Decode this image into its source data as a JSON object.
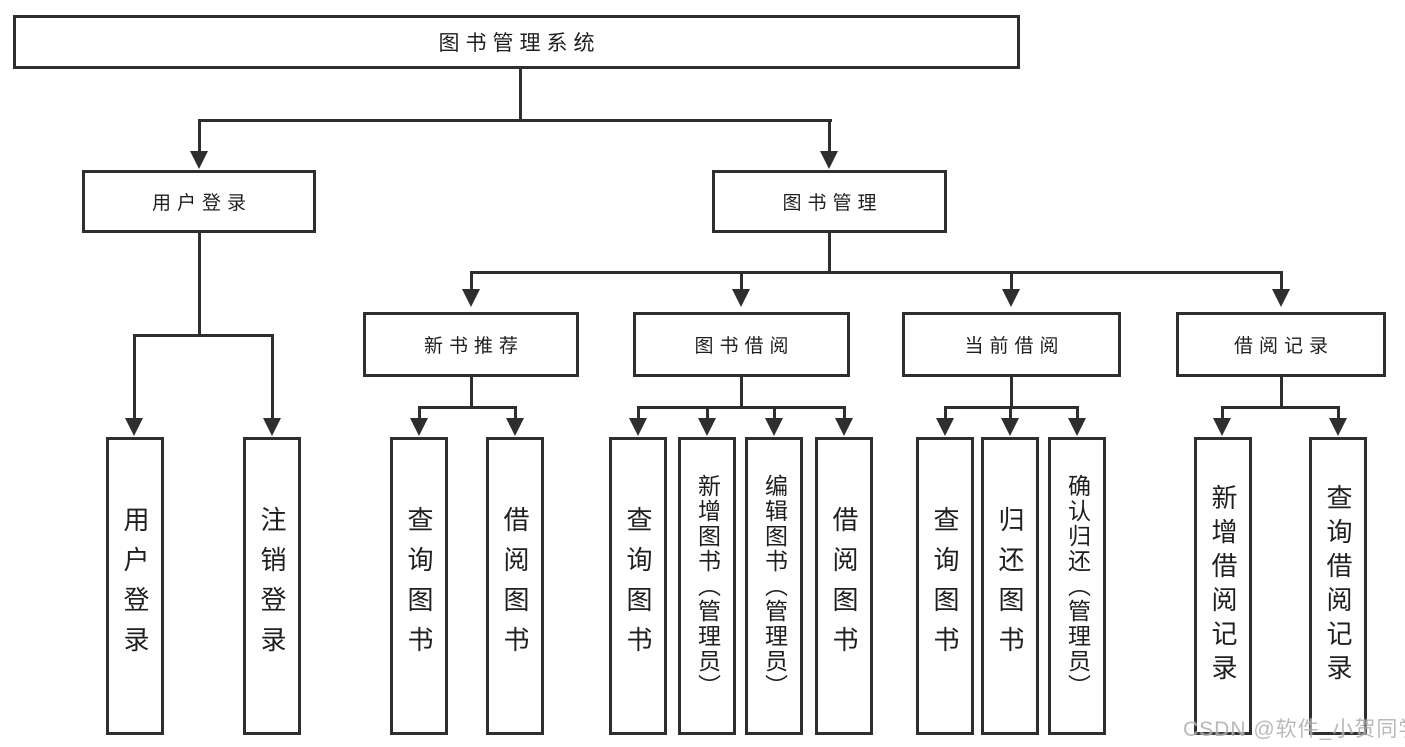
{
  "diagram": {
    "root": "图书管理系统",
    "user_branch": {
      "label": "用户登录",
      "children": [
        "用户登录",
        "注销登录"
      ]
    },
    "book_branch": {
      "label": "图书管理",
      "sections": [
        {
          "label": "新书推荐",
          "children": [
            "查询图书",
            "借阅图书"
          ]
        },
        {
          "label": "图书借阅",
          "children": [
            "查询图书",
            "新增图书（管理员）",
            "编辑图书（管理员）",
            "借阅图书"
          ]
        },
        {
          "label": "当前借阅",
          "children": [
            "查询图书",
            "归还图书",
            "确认归还（管理员）"
          ]
        },
        {
          "label": "借阅记录",
          "children": [
            "新增借阅记录",
            "查询借阅记录"
          ]
        }
      ]
    }
  },
  "watermark": "CSDN @软件_小贺同学",
  "colors": {
    "line": "#2e2e2e",
    "box_fill": "#ffffff",
    "text": "#1f1f1f",
    "background": "#ffffff",
    "watermark": "#b0b0b0"
  }
}
